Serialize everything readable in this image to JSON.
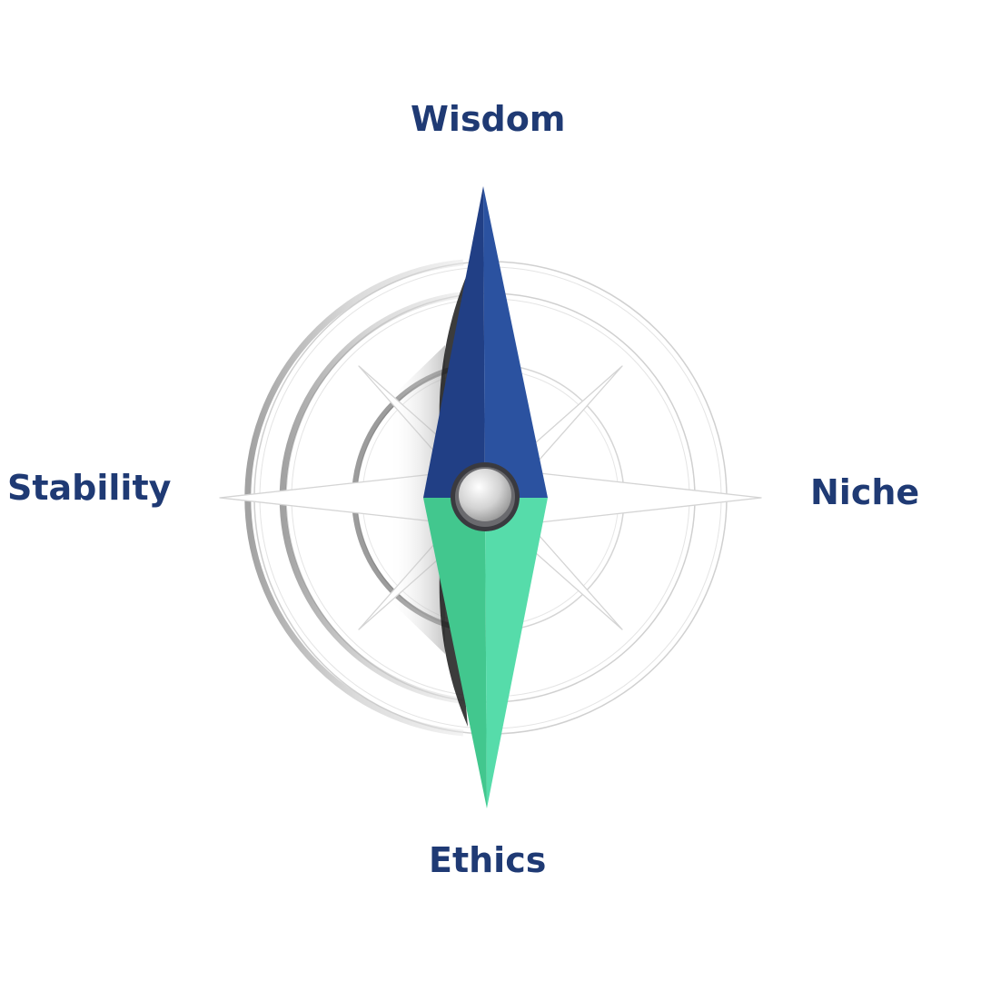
{
  "labels": {
    "north": "Wisdom",
    "west": "Stability",
    "east": "Niche",
    "south": "Ethics"
  },
  "colors": {
    "label_text": "#1f3a74",
    "needle_north_light": "#2b52a0",
    "needle_north_dark": "#213f85",
    "needle_south_light": "#56dcaa",
    "needle_south_dark": "#42c78e",
    "rose_stroke": "#cfcfcf",
    "hub_ring": "#3a3a3f",
    "hub_fill": "#b5b5b5"
  },
  "icons": {
    "compass": "compass-rose-icon",
    "needle": "compass-needle-icon",
    "hub": "needle-pivot-icon"
  }
}
